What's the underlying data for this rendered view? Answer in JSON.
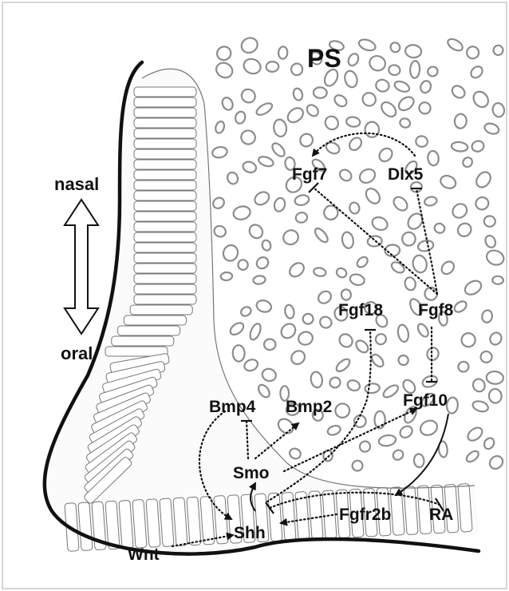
{
  "labels": {
    "title": "PS",
    "nasal": "nasal",
    "oral": "oral"
  },
  "genes": {
    "fgf7": "Fgf7",
    "dlx5": "Dlx5",
    "fgf18": "Fgf18",
    "fgf8": "Fgf8",
    "fgf10": "Fgf10",
    "bmp4": "Bmp4",
    "bmp2": "Bmp2",
    "smo": "Smo",
    "shh": "Shh",
    "fgfr2b": "Fgfr2b",
    "ra": "RA",
    "wnt": "Wnt"
  },
  "colors": {
    "ink": "#111111",
    "cell_outline": "#8c8c8c",
    "background": "#ffffff"
  }
}
